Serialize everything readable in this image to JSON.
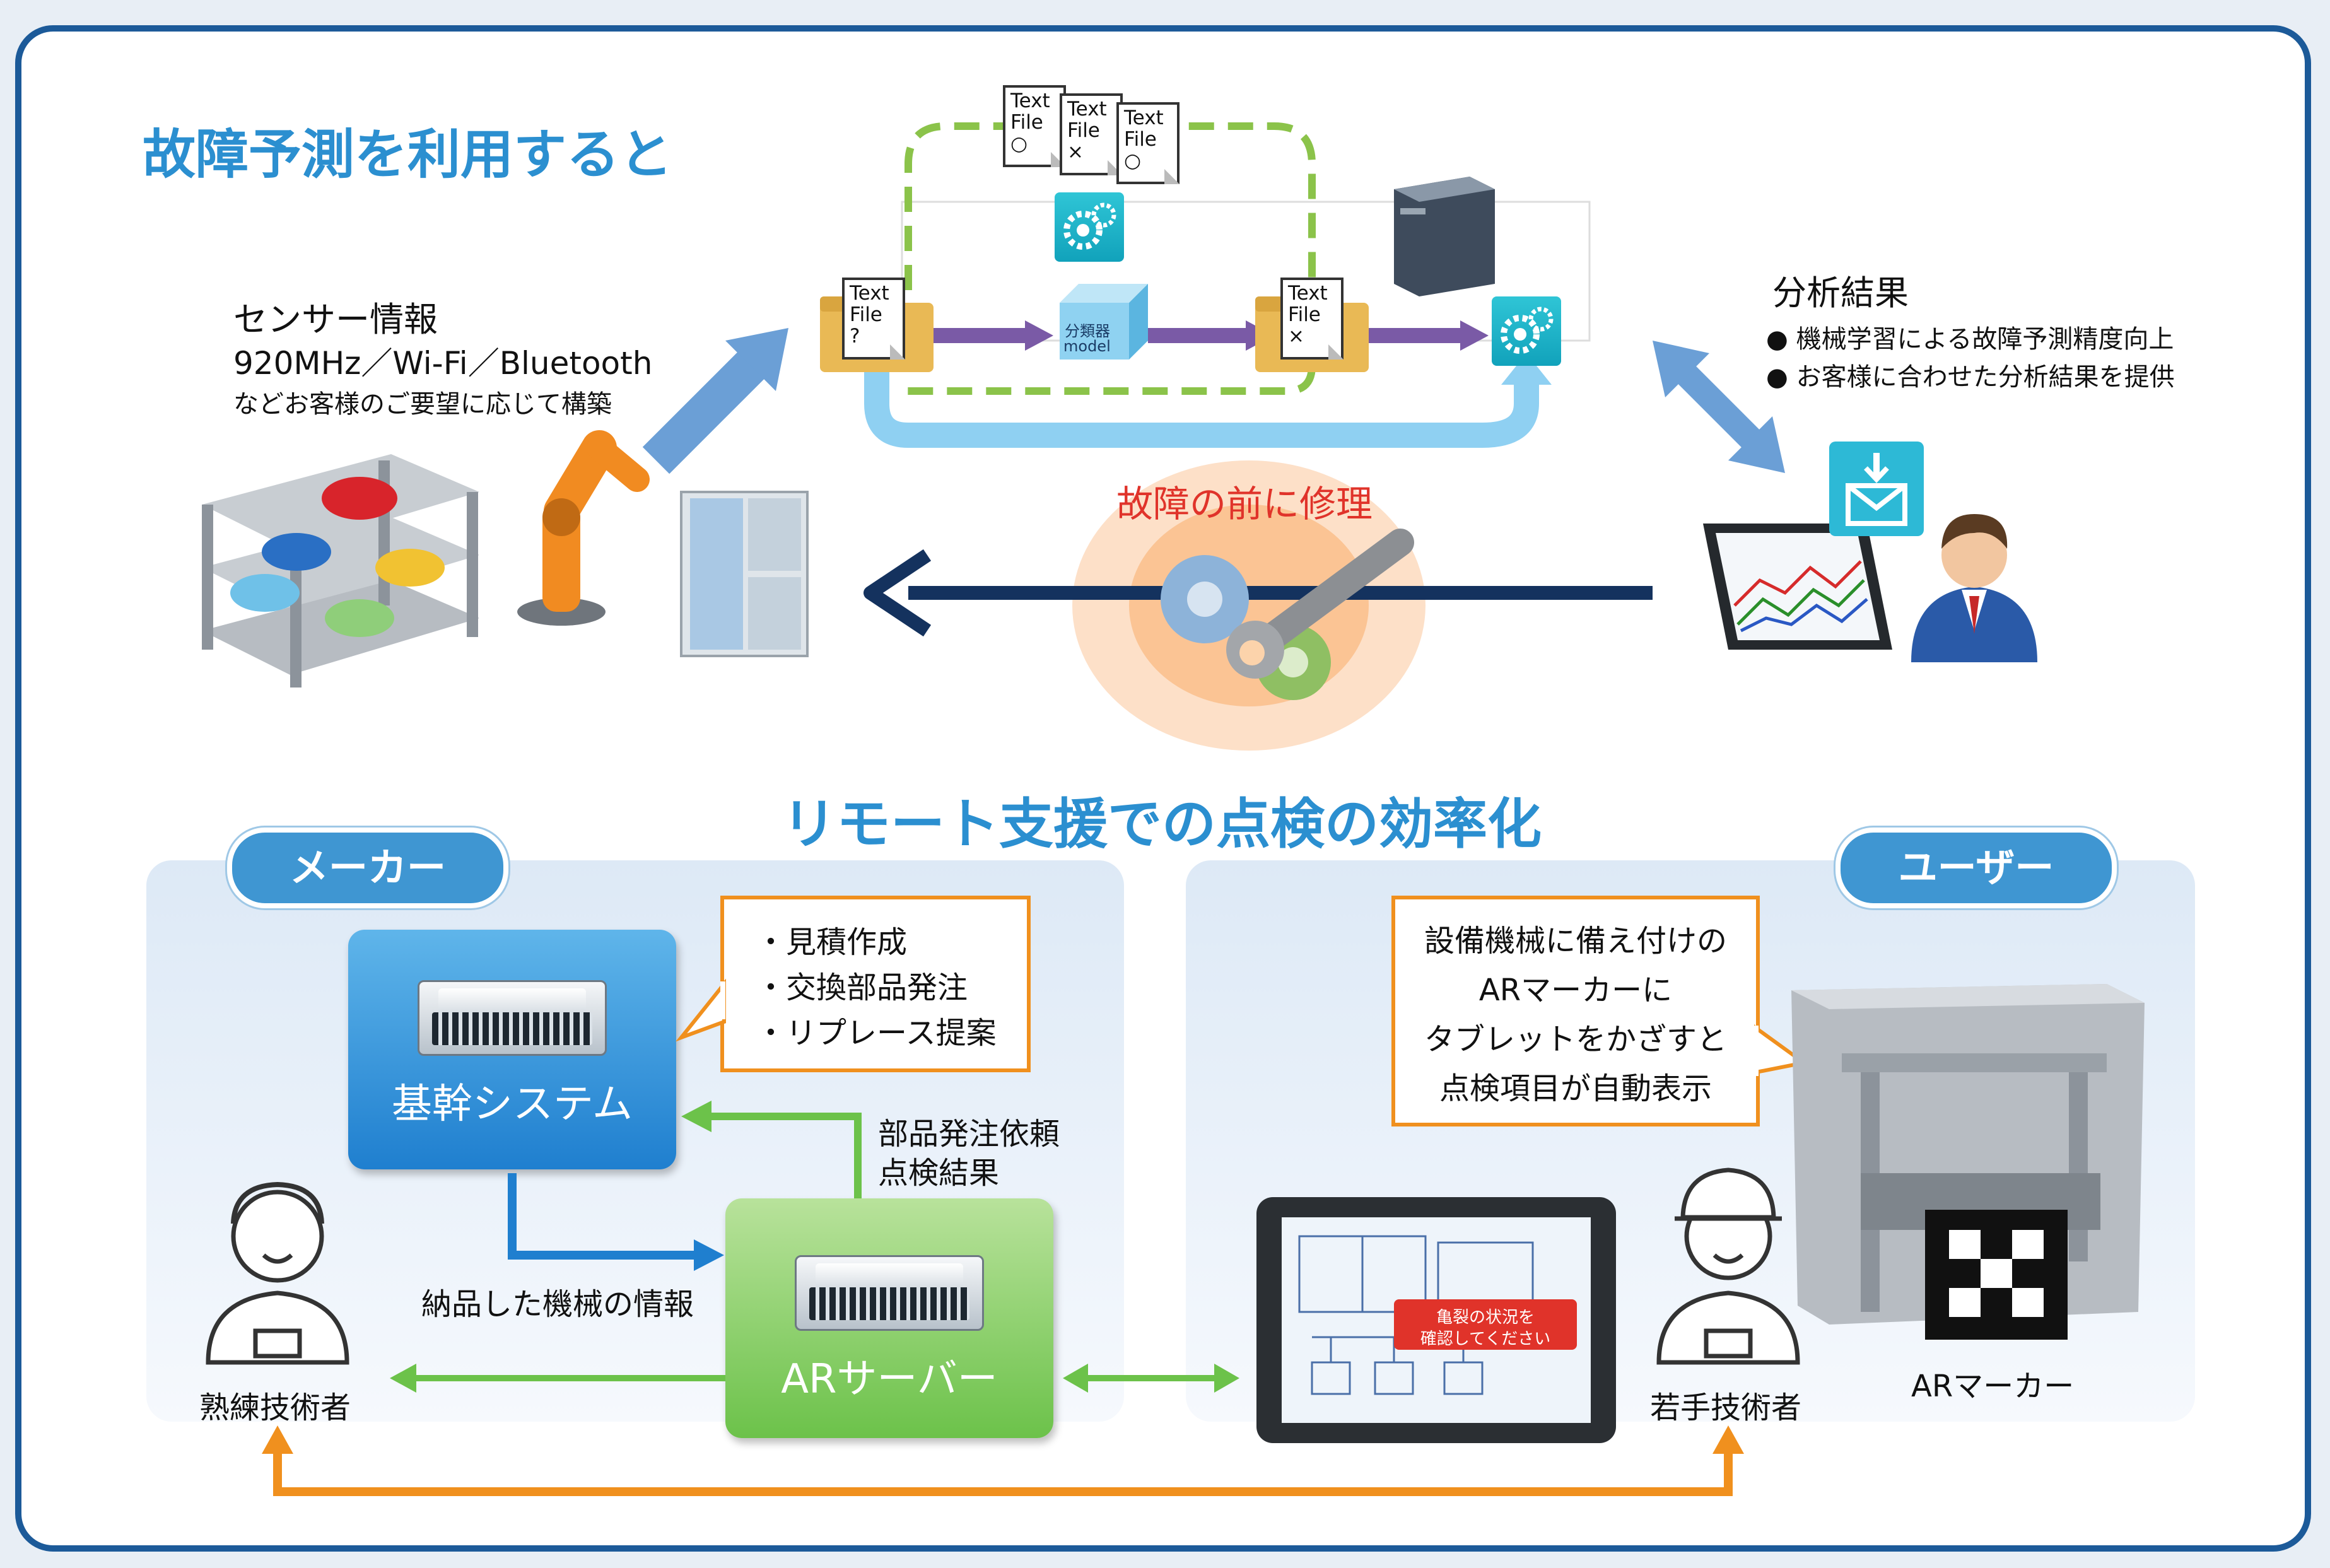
{
  "top": {
    "title": "故障予測を利用すると",
    "sensor": {
      "title": "センサー情報",
      "line1": "920MHz／Wi-Fi／Bluetooth",
      "line2": "などお客様のご要望に応じて構築"
    },
    "files": {
      "doc_top1": [
        "Text",
        "File",
        "○"
      ],
      "doc_top2": [
        "Text",
        "File",
        "×"
      ],
      "doc_top3": [
        "Text",
        "File",
        "○"
      ],
      "doc_left": [
        "Text",
        "File",
        "?"
      ],
      "doc_right": [
        "Text",
        "File",
        "×"
      ]
    },
    "classifier": [
      "分類器",
      "model"
    ],
    "analysis": {
      "title": "分析結果",
      "bullets": [
        "機械学習による故障予測精度向上",
        "お客様に合わせた分析結果を提供"
      ]
    },
    "repair_label": "故障の前に修理"
  },
  "bottom": {
    "title": "リモート支援での点検の効率化",
    "maker_label": "メーカー",
    "user_label": "ユーザー",
    "core_system": "基幹システム",
    "ar_server": "ARサーバー",
    "callout_left": [
      "・見積作成",
      "・交換部品発注",
      "・リプレース提案"
    ],
    "order_lines": [
      "部品発注依頼",
      "点検結果"
    ],
    "delivered_info": "納品した機械の情報",
    "callout_right": [
      "設備機械に備え付けの",
      "ARマーカーに",
      "タブレットをかざすと",
      "点検項目が自動表示"
    ],
    "tablet_alert": [
      "亀裂の状況を",
      "確認してください"
    ],
    "skilled": "熟練技術者",
    "young": "若手技術者",
    "ar_marker": "ARマーカー"
  },
  "colors": {
    "accent_blue": "#2b8fd0",
    "repair_red": "#e0332a",
    "callout_orange": "#f0901e",
    "green": "#6cc24a",
    "purple": "#7a5aa6",
    "navy": "#14325e"
  }
}
